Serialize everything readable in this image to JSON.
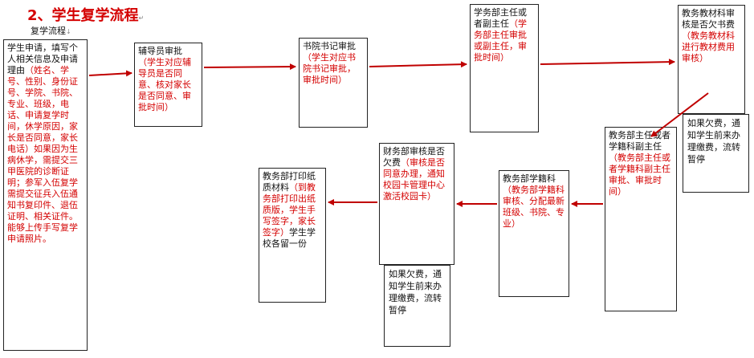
{
  "heading": "2、学生复学流程",
  "subheading": "复学流程",
  "steps": [
    {
      "title": "学生申请，填写个人相关信息及申请理由",
      "detail": "（姓名、学号、性别、身份证号、学院、书院、专业、班级，电话、申请复学时间，休学原因，家长是否同意，家长电话）如果因为生病休学，需提交三甲医院的诊断证明；参军入伍复学需提交征兵入伍通知书复印件、退伍证明、相关证件。能够上传手写复学申请照片。"
    },
    {
      "title": "辅导员审批",
      "detail": "（学生对应辅导员是否同意、核对家长是否同意、审批时间）"
    },
    {
      "title": "书院书记审批",
      "detail": "（学生对应书院书记审批，审批时间）"
    },
    {
      "title": "学务部主任或者副主任",
      "detail": "（学务部主任审批或副主任，审批时间）"
    },
    {
      "title": "教务教材科审核是否欠书费",
      "detail": "（教务教材科进行教材费用审核）"
    },
    {
      "title": "教务部主任或者学籍科副主任",
      "detail": "（教务部主任或者学籍科副主任审批、审批时间）"
    },
    {
      "title": "教务部学籍科",
      "detail": "（教务部学籍科审核、分配最新班级、书院、专业）"
    },
    {
      "title": "财务部审核是否欠费",
      "detail": "（审核是否同意办理，通知校园卡管理中心激活校园卡）"
    },
    {
      "title": "教务部打印纸质材料",
      "detail": "（到教务部打印出纸质版，学生手写签字，家长签字）",
      "tail": "学生学校各留一份"
    }
  ],
  "notes": {
    "arrears_right": "如果欠费，通知学生前来办理缴费，流转暂停",
    "arrears_bottom": "如果欠费，通知学生前来办理缴费，流转暂停"
  },
  "colors": {
    "arrow": "#c00000",
    "accent_text": "#d40000"
  }
}
